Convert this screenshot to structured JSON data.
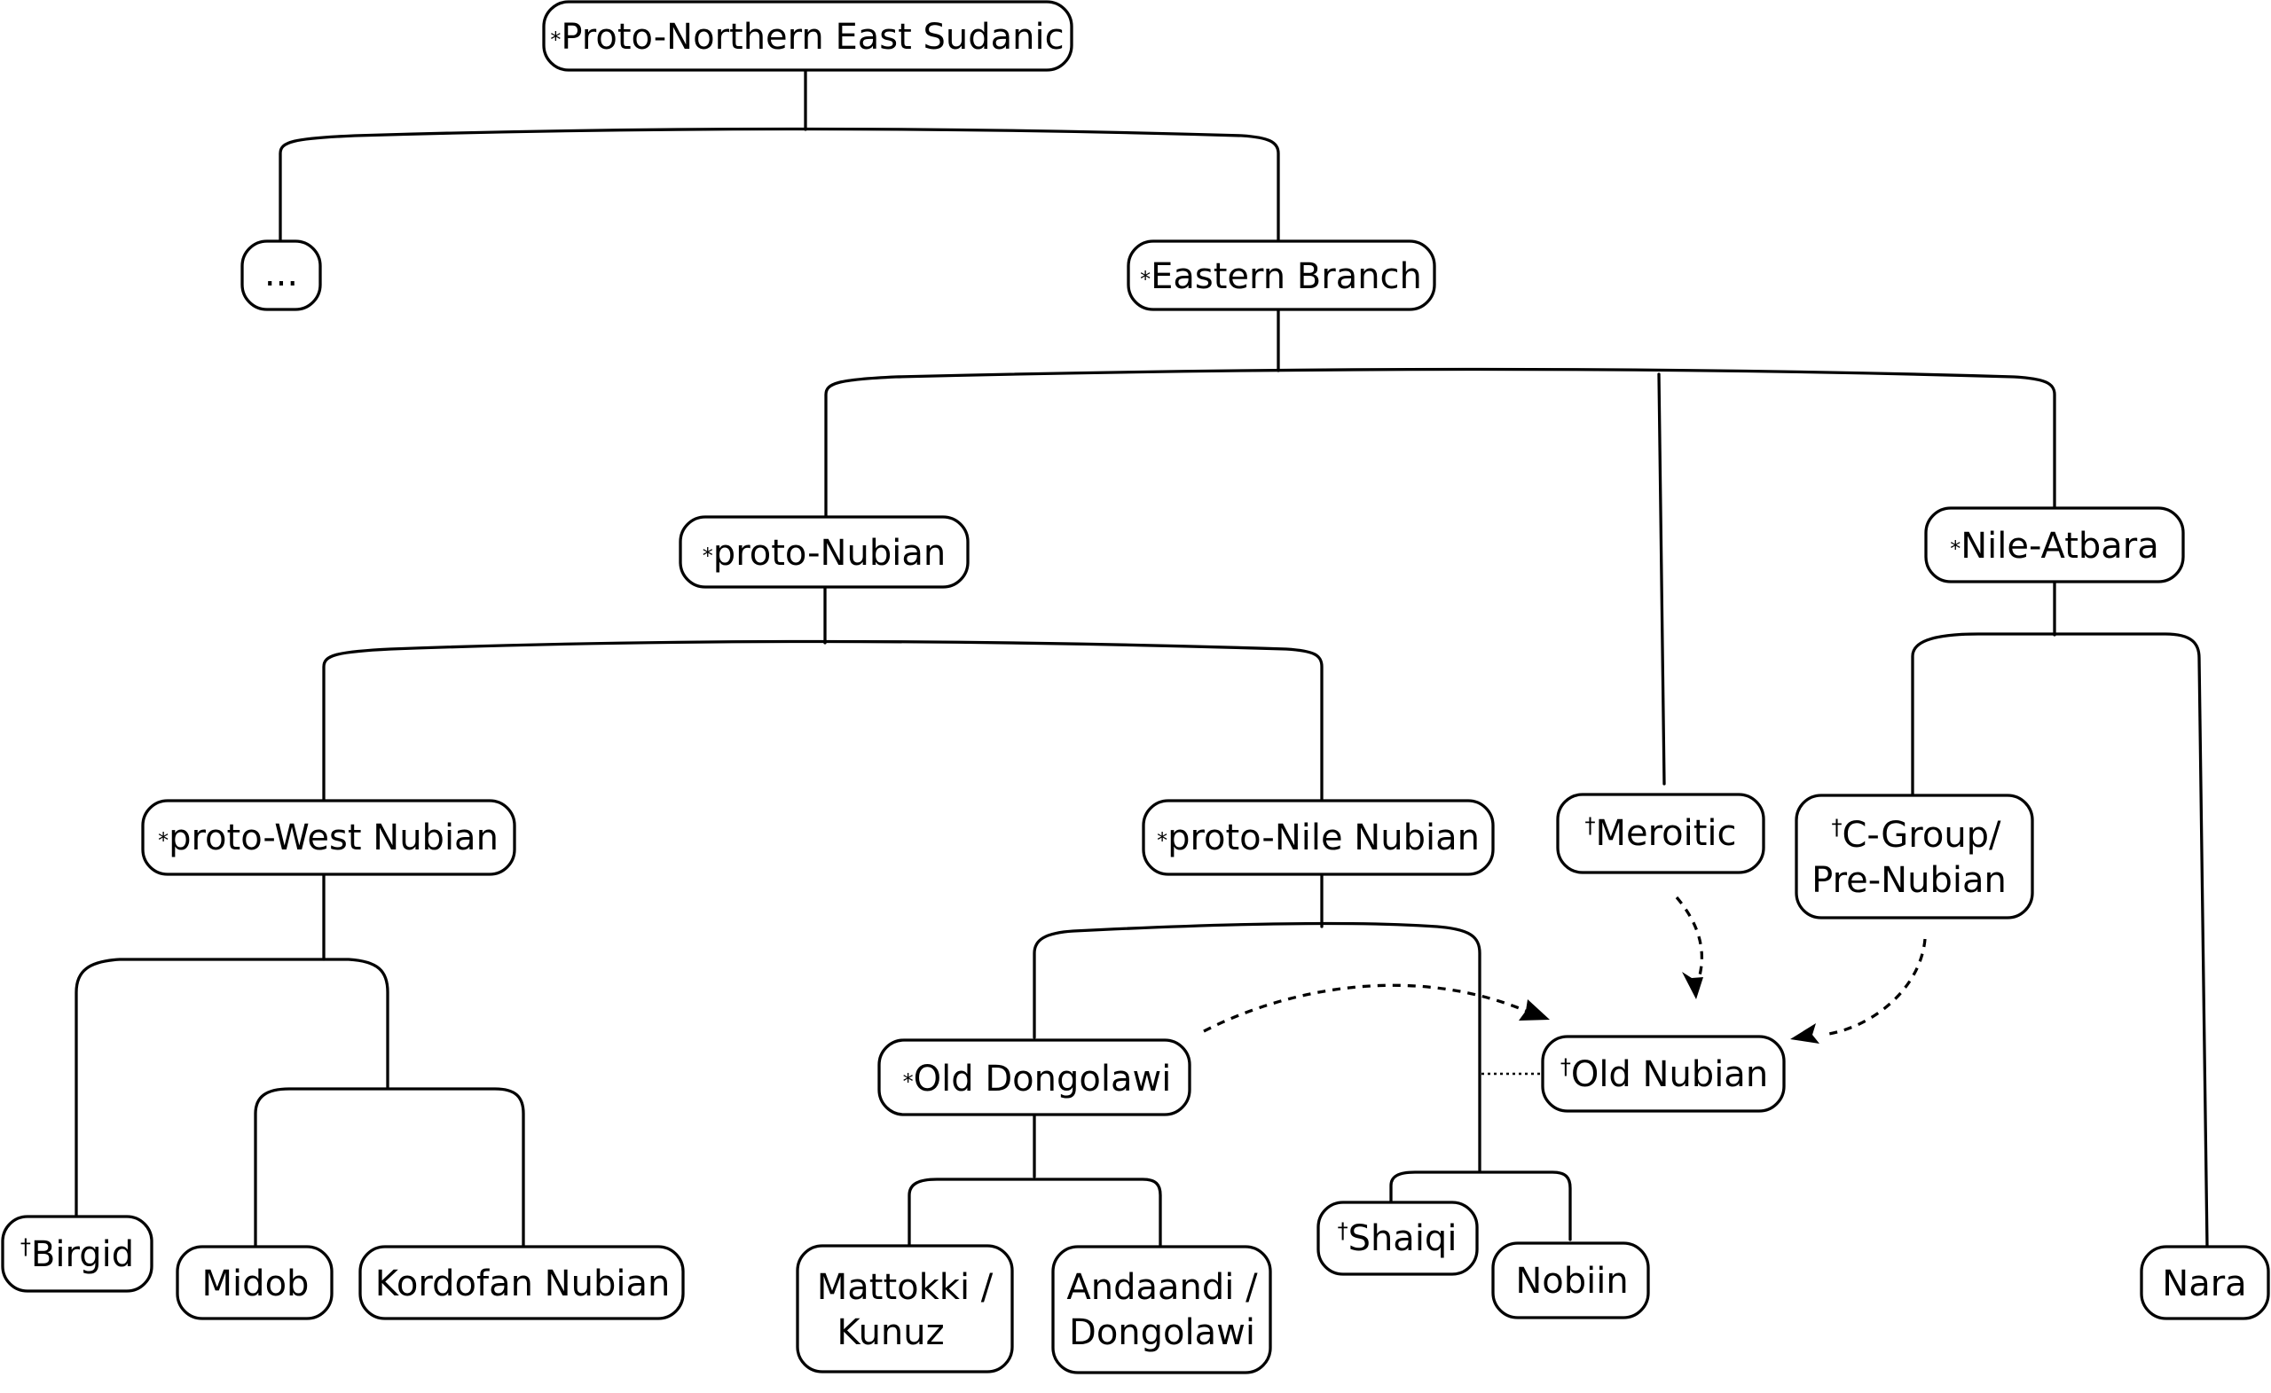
{
  "nodes": {
    "proto_northern_east_sudanic": {
      "prefix": "*",
      "label": "Proto-Northern East Sudanic"
    },
    "ellipsis": {
      "prefix": "",
      "label": "..."
    },
    "eastern_branch": {
      "prefix": "*",
      "label": "Eastern Branch"
    },
    "proto_nubian": {
      "prefix": "*",
      "label": "proto-Nubian"
    },
    "meroitic": {
      "prefix": "†",
      "label": "Meroitic"
    },
    "nile_atbara": {
      "prefix": "*",
      "label": "Nile-Atbara"
    },
    "proto_west_nubian": {
      "prefix": "*",
      "label": "proto-West Nubian"
    },
    "proto_nile_nubian": {
      "prefix": "*",
      "label": "proto-Nile Nubian"
    },
    "c_group": {
      "prefix": "†",
      "label": "C-Group/",
      "label2": "Pre-Nubian"
    },
    "old_dongolawi": {
      "prefix": "*",
      "label": "Old Dongolawi"
    },
    "old_nubian": {
      "prefix": "†",
      "label": "Old Nubian"
    },
    "birgid": {
      "prefix": "†",
      "label": "Birgid"
    },
    "midob": {
      "prefix": "",
      "label": "Midob"
    },
    "kordofan_nubian": {
      "prefix": "",
      "label": "Kordofan Nubian"
    },
    "mattokki_kunuz": {
      "prefix": "",
      "label": "Mattokki /",
      "label2": "Kunuz"
    },
    "andaandi_dongolawi": {
      "prefix": "",
      "label": "Andaandi /",
      "label2": "Dongolawi"
    },
    "shaiqi": {
      "prefix": "†",
      "label": "Shaiqi"
    },
    "nobiin": {
      "prefix": "",
      "label": "Nobiin"
    },
    "nara": {
      "prefix": "",
      "label": "Nara"
    }
  }
}
